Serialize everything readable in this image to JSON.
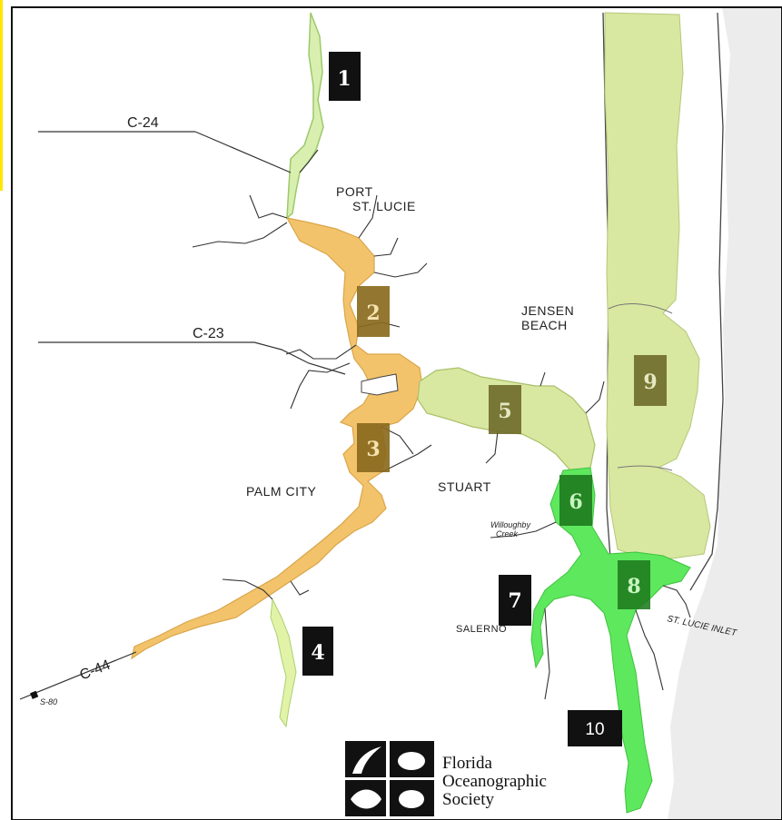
{
  "places": {
    "port_st_lucie_line1": "PORT",
    "port_st_lucie_line2": "ST. LUCIE",
    "jensen_beach_line1": "JENSEN",
    "jensen_beach_line2": "BEACH",
    "palm_city": "PALM CITY",
    "stuart": "STUART",
    "salerno": "SALERNO",
    "willoughby_line1": "Willoughby",
    "willoughby_line2": "Creek",
    "st_lucie_inlet": "ST. LUCIE INLET"
  },
  "canals": {
    "c24": "C-24",
    "c23": "C-23",
    "c44": "C-44",
    "s80": "S-80"
  },
  "segments": [
    {
      "id": "1",
      "label": "1"
    },
    {
      "id": "2",
      "label": "2"
    },
    {
      "id": "3",
      "label": "3"
    },
    {
      "id": "4",
      "label": "4"
    },
    {
      "id": "5",
      "label": "5"
    },
    {
      "id": "6",
      "label": "6"
    },
    {
      "id": "7",
      "label": "7"
    },
    {
      "id": "8",
      "label": "8"
    },
    {
      "id": "9",
      "label": "9"
    },
    {
      "id": "10",
      "label": "10"
    }
  ],
  "logo": {
    "line1": "Florida",
    "line2": "Oceanographic",
    "line3": "Society"
  },
  "colors": {
    "orange_zone": "#f3c36b",
    "light_green_zone": "#d8e8a0",
    "bright_green_zone": "#5ee85e",
    "dark_olive_box": "#6f6a2a",
    "brown_box": "#8a6a1e",
    "dark_green_box": "#1e7a1e",
    "black_box": "#111111",
    "ocean_gray": "#ececec"
  }
}
